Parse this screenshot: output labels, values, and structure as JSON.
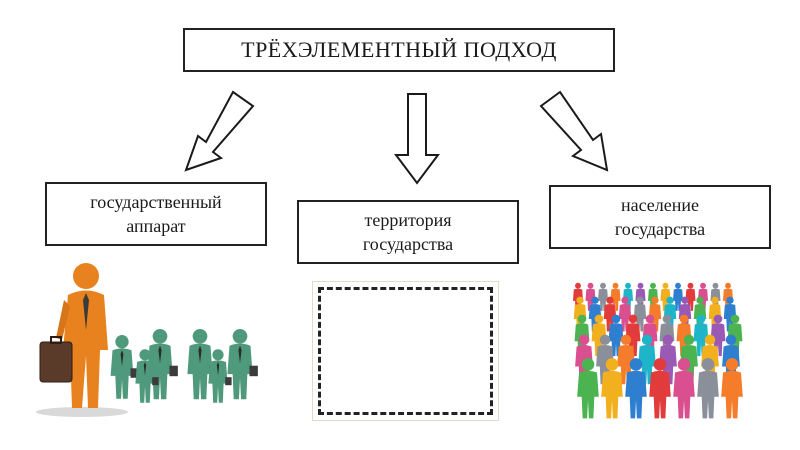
{
  "diagram": {
    "title": "ТРЁХЭЛЕМЕНТНЫЙ  ПОДХОД",
    "elements": [
      {
        "label": "государственный\nаппарат",
        "illustration": "officials-with-briefcases"
      },
      {
        "label": "территория\nгосударства",
        "illustration": "dashed-border-frame"
      },
      {
        "label": "население\nгосударства",
        "illustration": "colorful-crowd"
      }
    ]
  },
  "colors": {
    "leader": "#e8821e",
    "officials": "#4f9a7c",
    "crowd": [
      "#e23b3b",
      "#2f7fd1",
      "#f2b01e",
      "#4bb34f",
      "#9b59b6",
      "#1fb5c9",
      "#f57c2b",
      "#8a8f99",
      "#d94f8f"
    ]
  }
}
